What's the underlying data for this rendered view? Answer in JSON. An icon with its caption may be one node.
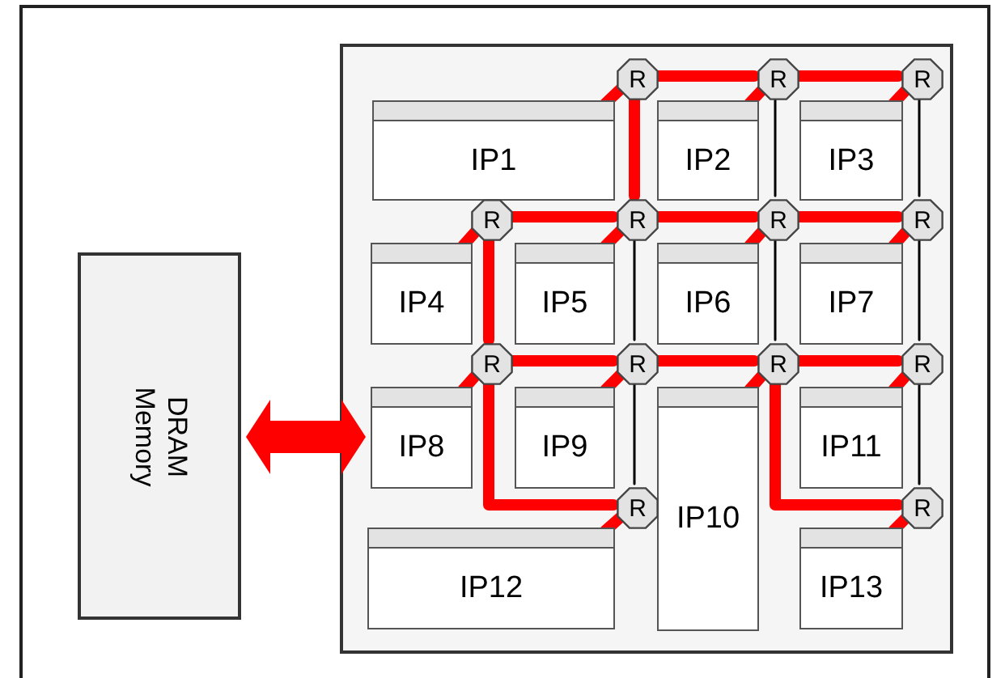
{
  "diagram": {
    "nodes": [
      {
        "text": [
          "DRAM Memory"
        ]
      },
      {
        "text": [],
        "shape": "box"
      },
      {
        "text": [
          "R"
        ],
        "in": 1
      },
      {
        "text": [
          "R"
        ],
        "in": 1
      },
      {
        "text": [
          "R"
        ],
        "in": 1
      },
      {
        "text": [
          "IP1"
        ],
        "in": 1
      },
      {
        "text": [
          "IP2"
        ],
        "in": 1
      },
      {
        "text": [
          "IP3"
        ],
        "in": 1
      },
      {
        "text": [
          "R"
        ],
        "in": 1
      },
      {
        "text": [
          "R"
        ],
        "in": 1
      },
      {
        "text": [
          "R"
        ],
        "in": 1
      },
      {
        "text": [
          "R"
        ],
        "in": 1
      },
      {
        "text": [
          "IP4"
        ],
        "in": 1
      },
      {
        "text": [
          "IP5"
        ],
        "in": 1
      },
      {
        "text": [
          "IP6"
        ],
        "in": 1
      },
      {
        "text": [
          "IP7"
        ],
        "in": 1
      },
      {
        "text": [
          "R"
        ],
        "in": 1
      },
      {
        "text": [
          "R"
        ],
        "in": 1
      },
      {
        "text": [
          "R"
        ],
        "in": 1
      },
      {
        "text": [
          "R"
        ],
        "in": 1
      },
      {
        "text": [
          "IP8"
        ],
        "in": 1
      },
      {
        "text": [
          "IP9"
        ],
        "in": 1
      },
      {
        "text": [
          "IP10"
        ],
        "in": 1
      },
      {
        "text": [
          "IP11"
        ],
        "in": 1
      },
      {
        "text": [
          "R"
        ],
        "in": 1
      },
      {
        "text": [
          "R"
        ],
        "in": 1
      },
      {
        "text": [
          "IP12"
        ],
        "in": 1
      },
      {
        "text": [
          "IP13"
        ],
        "in": 1
      }
    ],
    "edges": [
      {
        "from": 0,
        "to": 20,
        "arrow": "both",
        "style": "thick"
      },
      {
        "from": 2,
        "to": 3,
        "arrow": "none"
      },
      {
        "from": 3,
        "to": 4,
        "arrow": "none"
      },
      {
        "from": 2,
        "to": 9,
        "arrow": "none"
      },
      {
        "from": 3,
        "to": 10,
        "arrow": "none",
        "color": "#000000"
      },
      {
        "from": 4,
        "to": 11,
        "arrow": "none",
        "color": "#000000"
      },
      {
        "from": 8,
        "to": 9,
        "arrow": "none"
      },
      {
        "from": 9,
        "to": 10,
        "arrow": "none"
      },
      {
        "from": 10,
        "to": 11,
        "arrow": "none"
      },
      {
        "from": 8,
        "to": 16,
        "arrow": "none"
      },
      {
        "from": 9,
        "to": 17,
        "arrow": "none",
        "color": "#000000"
      },
      {
        "from": 10,
        "to": 18,
        "arrow": "none",
        "color": "#000000"
      },
      {
        "from": 11,
        "to": 19,
        "arrow": "none",
        "color": "#000000"
      },
      {
        "from": 16,
        "to": 17,
        "arrow": "none"
      },
      {
        "from": 17,
        "to": 18,
        "arrow": "none"
      },
      {
        "from": 18,
        "to": 19,
        "arrow": "none"
      },
      {
        "from": 16,
        "to": 24,
        "arrow": "none"
      },
      {
        "from": 17,
        "to": 24,
        "arrow": "none",
        "color": "#000000"
      },
      {
        "from": 18,
        "to": 25,
        "arrow": "none"
      },
      {
        "from": 19,
        "to": 25,
        "arrow": "none",
        "color": "#000000"
      },
      {
        "from": 2,
        "to": 5,
        "arrow": "none"
      },
      {
        "from": 3,
        "to": 6,
        "arrow": "none"
      },
      {
        "from": 4,
        "to": 7,
        "arrow": "none"
      },
      {
        "from": 8,
        "to": 12,
        "arrow": "none"
      },
      {
        "from": 9,
        "to": 13,
        "arrow": "none"
      },
      {
        "from": 10,
        "to": 14,
        "arrow": "none"
      },
      {
        "from": 11,
        "to": 15,
        "arrow": "none"
      },
      {
        "from": 16,
        "to": 20,
        "arrow": "none"
      },
      {
        "from": 17,
        "to": 21,
        "arrow": "none"
      },
      {
        "from": 18,
        "to": 22,
        "arrow": "none"
      },
      {
        "from": 19,
        "to": 23,
        "arrow": "none"
      },
      {
        "from": 24,
        "to": 26,
        "arrow": "none"
      },
      {
        "from": 25,
        "to": 27,
        "arrow": "none"
      }
    ]
  }
}
